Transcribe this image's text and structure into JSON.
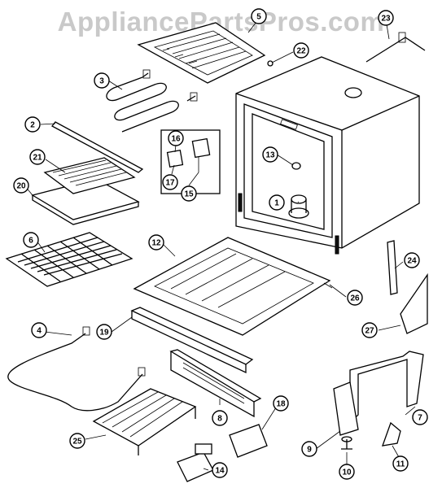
{
  "watermark": "AppliancePartsPros.com",
  "callouts": [
    {
      "id": "c1",
      "text": "1"
    },
    {
      "id": "c2",
      "text": "2"
    },
    {
      "id": "c3",
      "text": "3"
    },
    {
      "id": "c4",
      "text": "4"
    },
    {
      "id": "c5",
      "text": "5"
    },
    {
      "id": "c6",
      "text": "6"
    },
    {
      "id": "c7",
      "text": "7"
    },
    {
      "id": "c8",
      "text": "8"
    },
    {
      "id": "c9",
      "text": "9"
    },
    {
      "id": "c10",
      "text": "10"
    },
    {
      "id": "c11",
      "text": "11"
    },
    {
      "id": "c12",
      "text": "12"
    },
    {
      "id": "c13",
      "text": "13"
    },
    {
      "id": "c14",
      "text": "14"
    },
    {
      "id": "c15",
      "text": "15"
    },
    {
      "id": "c16",
      "text": "16"
    },
    {
      "id": "c17",
      "text": "17"
    },
    {
      "id": "c18",
      "text": "18"
    },
    {
      "id": "c19",
      "text": "19"
    },
    {
      "id": "c20",
      "text": "20"
    },
    {
      "id": "c21",
      "text": "21"
    },
    {
      "id": "c22",
      "text": "22"
    },
    {
      "id": "c23",
      "text": "23"
    },
    {
      "id": "c24",
      "text": "24"
    },
    {
      "id": "c25",
      "text": "25"
    },
    {
      "id": "c26",
      "text": "26"
    },
    {
      "id": "c27",
      "text": "27"
    }
  ]
}
